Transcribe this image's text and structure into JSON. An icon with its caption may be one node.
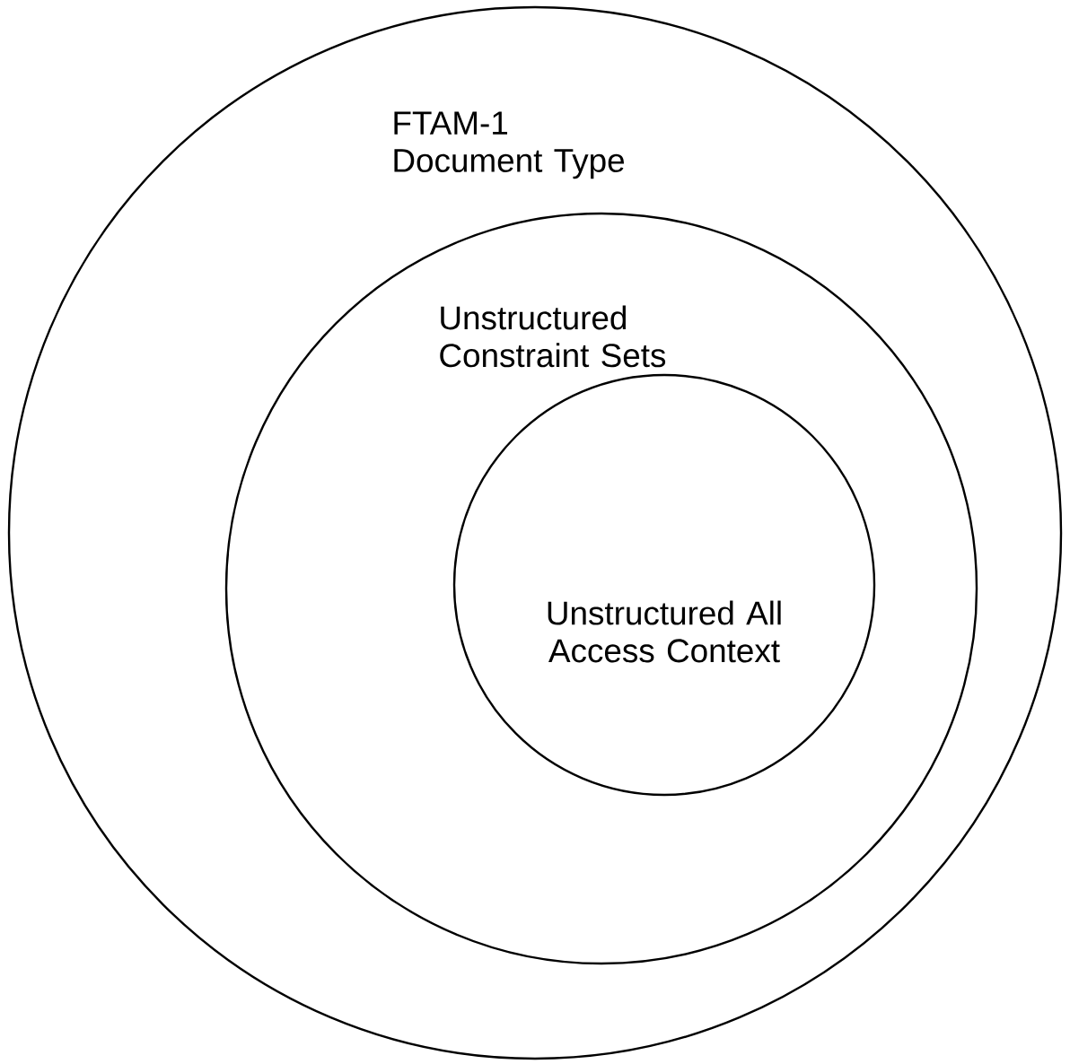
{
  "diagram": {
    "nodes": [
      {
        "text": [
          "FTAM-1 Document Type"
        ]
      },
      {
        "text": [
          "Unstructured Constraint Sets"
        ],
        "in": 0
      },
      {
        "text": [
          "Unstructured All Access Context"
        ],
        "in": 1
      }
    ]
  }
}
